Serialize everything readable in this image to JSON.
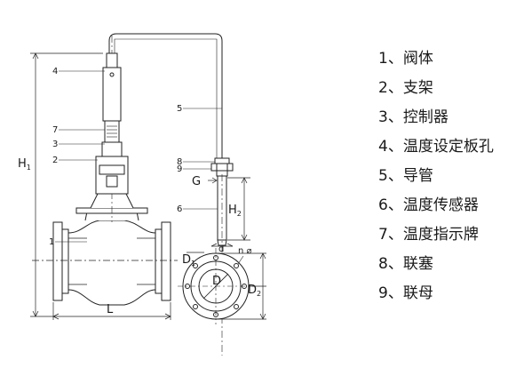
{
  "callouts": [
    "1",
    "2",
    "3",
    "4",
    "5",
    "6",
    "7",
    "8",
    "9"
  ],
  "dims": {
    "H1_main": "H",
    "H1_sub": "1",
    "H2_main": "H",
    "H2_sub": "2",
    "L": "L",
    "D": "D",
    "D1_main": "D",
    "D1_sub": "1",
    "D2_main": "D",
    "D2_sub": "2",
    "G": "G",
    "d": "d",
    "n_phi": "n ⌀"
  },
  "legend": [
    "1、阀体",
    "2、支架",
    "3、控制器",
    "4、温度设定板孔",
    "5、导管",
    "6、温度传感器",
    "7、温度指示牌",
    "8、联塞",
    "9、联母"
  ]
}
